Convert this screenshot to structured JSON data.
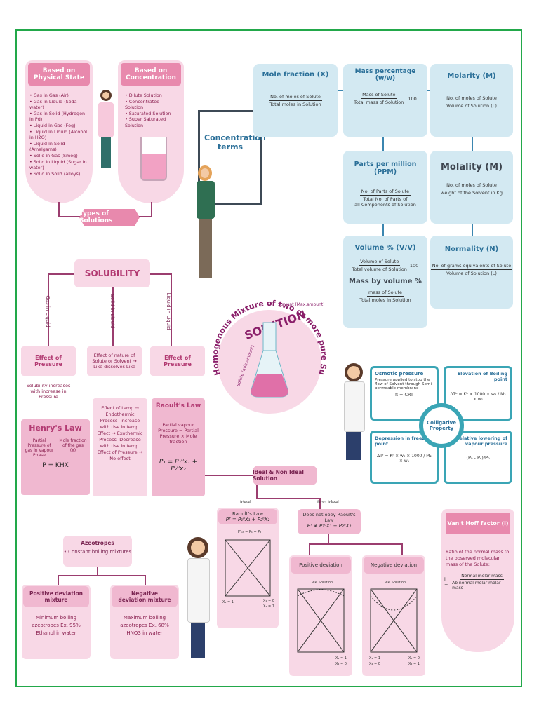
{
  "types": {
    "physical_header": "Based on Physical State",
    "physical_items": [
      "Gas in Gas (Air)",
      "Gas in Liquid (Soda water)",
      "Gas in Solid (Hydrogen in Pd)",
      "Liquid in Gas (Fog)",
      "Liquid in Liquid (Alcohol in H2O)",
      "Liquid in Solid (Amalgams)",
      "Solid in Gas (Smog)",
      "Solid in Liquid (Sugar in water)",
      "Solid in Solid (alloys)"
    ],
    "concentration_header": "Based on Concentration",
    "concentration_items": [
      "Dilute Solution",
      "Concentrated Solution",
      "Saturated Solution",
      "Super Saturated Solution"
    ],
    "label": "Types of Solutions"
  },
  "conc_terms": "Concentration terms",
  "mole_fraction": {
    "title": "Mole fraction (X)",
    "num": "No. of moles of Solute",
    "den": "Total moles in Solution"
  },
  "mass_percentage": {
    "title": "Mass percentage (w/w)",
    "num": "Mass of Solute",
    "den": "Total mass of Solution",
    "factor": "100"
  },
  "molarity": {
    "title": "Molarity (M)",
    "num": "No. of moles of Solute",
    "den": "Volume of Solution (L)"
  },
  "ppm": {
    "title": "Parts per million (PPM)",
    "num": "No. of Parts of Solute",
    "den1": "Total No. of Parts of",
    "den2": "all Components of Solution"
  },
  "molality": {
    "title": "Molality (M)",
    "num": "No. of moles of Solute",
    "den": "weight of the Solvent in Kg"
  },
  "volume_pct": {
    "title": "Volume % (V/V)",
    "num": "Volume of Solute",
    "den": "Total volume of Solution",
    "factor": "100",
    "title2": "Mass by volume %",
    "num2": "mass of Solute",
    "den2": "Total moles in Solution"
  },
  "normality": {
    "title": "Normality (N)",
    "num": "No. of grams equivalents of Solute",
    "den": "Volume of Solution (L)"
  },
  "solubility": {
    "title": "SOLUBILITY",
    "branches": [
      "Gas in Liquid",
      "Solid in Liquid",
      "Liquid in Liquid"
    ],
    "gas_effect": "Effect of Pressure",
    "solid_effect": "Effect of nature of Solute or Solvent → Like dissolves Like",
    "liquid_effect": "Effect of Pressure",
    "gas_note": "Solubility increases with increase in Pressure",
    "temp_effect": "Effect of temp → Endothermic Process- increase with rise in temp. Effect → Exothermic Process- Decrease with rise in temp. Effect of Pressure → No effect",
    "henry_title": "Henry's Law",
    "henry_left": "Partial Pressure of gas in vapour Phase",
    "henry_right": "Mole fraction of the gas (x)",
    "henry_eq": "P = KHX",
    "raoult_title": "Raoult's Law",
    "raoult_desc": "Partial vapour Pressure = Partial Pressure × Mole fraction",
    "raoult_eq": "P₁ = P₁⁰x₁ + P₂⁰x₂"
  },
  "solution_center": {
    "arc_text": "Homogenous Mixture of two or more pure Substance",
    "word": "SOLUTION",
    "solvent": "Solvent (Max.amount)",
    "solute": "Solute (min.amount)"
  },
  "colligative": {
    "center": "Colligative Property",
    "osmotic_title": "Osmotic pressure",
    "osmotic_desc": "Pressure applied to stop the flow of Solvent through Semi permeable membrane",
    "osmotic_eq": "π = CRT",
    "bp_title": "Elevation of Boiling point",
    "bp_eq": "ΔTᵇ = Kᵇ × 1000 × w₂ / M₂ × w₁",
    "fp_title": "Depression in freezing point",
    "fp_eq": "ΔTᶠ = Kᶠ × w₂ × 1000 / M₂ × w₁",
    "vp_title": "Relative lowering of vapour pressure",
    "vp_eq": "(P₀ - Pₛ)/P₀"
  },
  "ideal": {
    "title": "Ideal & Non Ideal Solution",
    "ideal_label": "Ideal",
    "nonideal_label": "Non Ideal",
    "raoult_title": "Raoult's Law",
    "raoult_eq": "Pᵀ = P₁⁰X₁ + P₂⁰X₂",
    "not_obey": "Does not obey Raoult's Law",
    "not_obey_eq": "Pᵀ ≠ P₁⁰X₁ + P₂⁰X₂",
    "graph_top": "Pᵀₒₜ = P₁ + P₂",
    "graph_x1": "X₁ = 1",
    "graph_x2": "X₂ = 0",
    "graph_x3": "X₁ = 0",
    "graph_x4": "X₂ = 1",
    "positive": "Positive deviation",
    "negative": "Negative deviation",
    "vp_solution": "V.P. Solution"
  },
  "azeotropes": {
    "title": "Azeotropes",
    "subtitle": "• Constant boiling mixtures",
    "pos_title": "Positive deviation mixture",
    "pos_desc": "Minimum boiling azeotropes Ex. 95% Ethanol in water",
    "neg_title": "Negative deviation mixture",
    "neg_desc": "Maximum boiling azeotropes Ex. 68% HNO3 in water"
  },
  "vant_hoff": {
    "title": "Van't Hoff factor (i)",
    "desc": "Ratio of the normal mass to the observed molecular mass of the Solute:",
    "num": "Normal molar mass",
    "den": "Ab normal molar molar mass",
    "lhs": "i ="
  },
  "colors": {
    "pink": "#e889ad",
    "light_pink": "#f8d8e6",
    "blue": "#d3e9f2",
    "teal": "#3aa5b5",
    "border": "#22a84a"
  }
}
